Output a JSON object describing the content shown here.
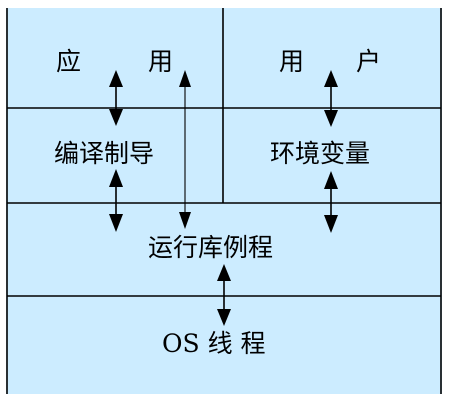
{
  "layers": {
    "application": {
      "label_left": "应",
      "label_right": "用"
    },
    "user": {
      "label_left": "用",
      "label_right": "户"
    },
    "compiler_directives": {
      "label": "编译制导"
    },
    "environment_variables": {
      "label": "环境变量"
    },
    "runtime_library": {
      "label": "运行库例程"
    },
    "os_threads": {
      "label": "OS 线 程"
    }
  },
  "colors": {
    "background": "#ccecff",
    "lines": "#000000"
  }
}
